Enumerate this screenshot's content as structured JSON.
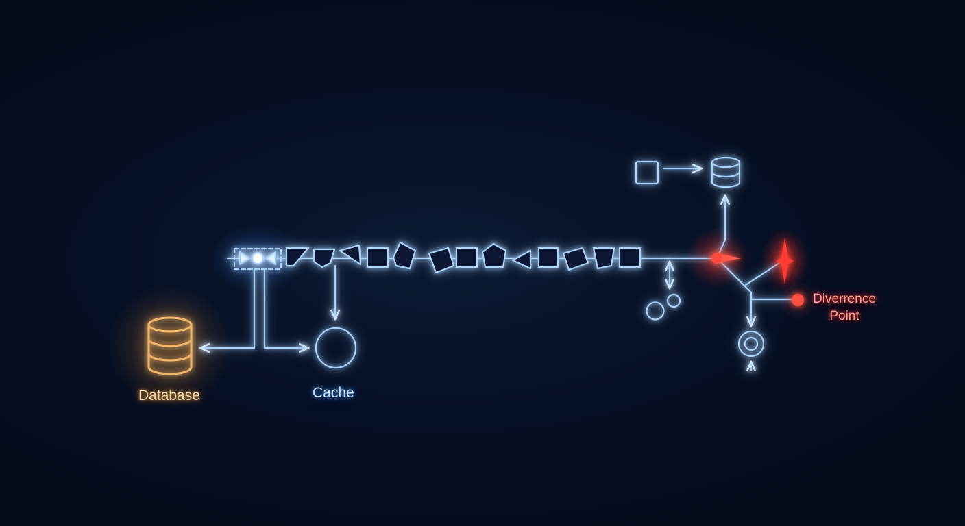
{
  "labels": {
    "database": "Database",
    "cache": "Cache",
    "divergence_point": "Diverrence Point"
  },
  "colors": {
    "background": "#040a18",
    "flow_blue": "#8fc4ff",
    "glow_blue": "#2f86ff",
    "database_orange": "#f0b060",
    "divergence_red": "#ff4a3d"
  },
  "icons": {
    "database": "database-icon",
    "cache": "cache-circle-icon",
    "storage": "database-icon",
    "divergence": "divergence-point-icon",
    "target": "target-icon",
    "valve": "valve-icon"
  }
}
